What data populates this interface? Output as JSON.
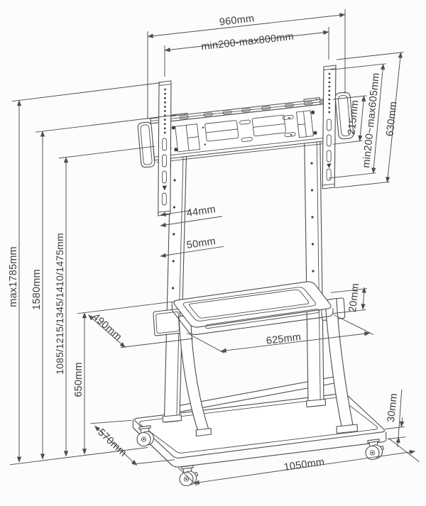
{
  "drawing": {
    "type": "technical dimension drawing",
    "subject": "mobile TV floor stand with shelf and casters"
  },
  "dimensions": {
    "outer_width": "960mm",
    "vesa_width_range": "min200-max800mm",
    "plate_offset": "215mm",
    "vesa_height_range": "min200~max605mm",
    "bracket_height": "630mm",
    "max_overall_height": "max1785mm",
    "column_top_height": "1580mm",
    "display_center_heights": "1085/1215/1345/1410/1475mm",
    "shelf_height": "650mm",
    "hole_pitch_small": "44mm",
    "hole_pitch_large": "50mm",
    "shelf_depth": "490mm",
    "shelf_thickness": "20mm",
    "shelf_width": "625mm",
    "base_depth": "570mm",
    "base_thickness": "30mm",
    "base_width": "1050mm"
  },
  "colors": {
    "line": "#4d4d4d",
    "text": "#3c3c3c",
    "background": "#fcfcfc"
  }
}
